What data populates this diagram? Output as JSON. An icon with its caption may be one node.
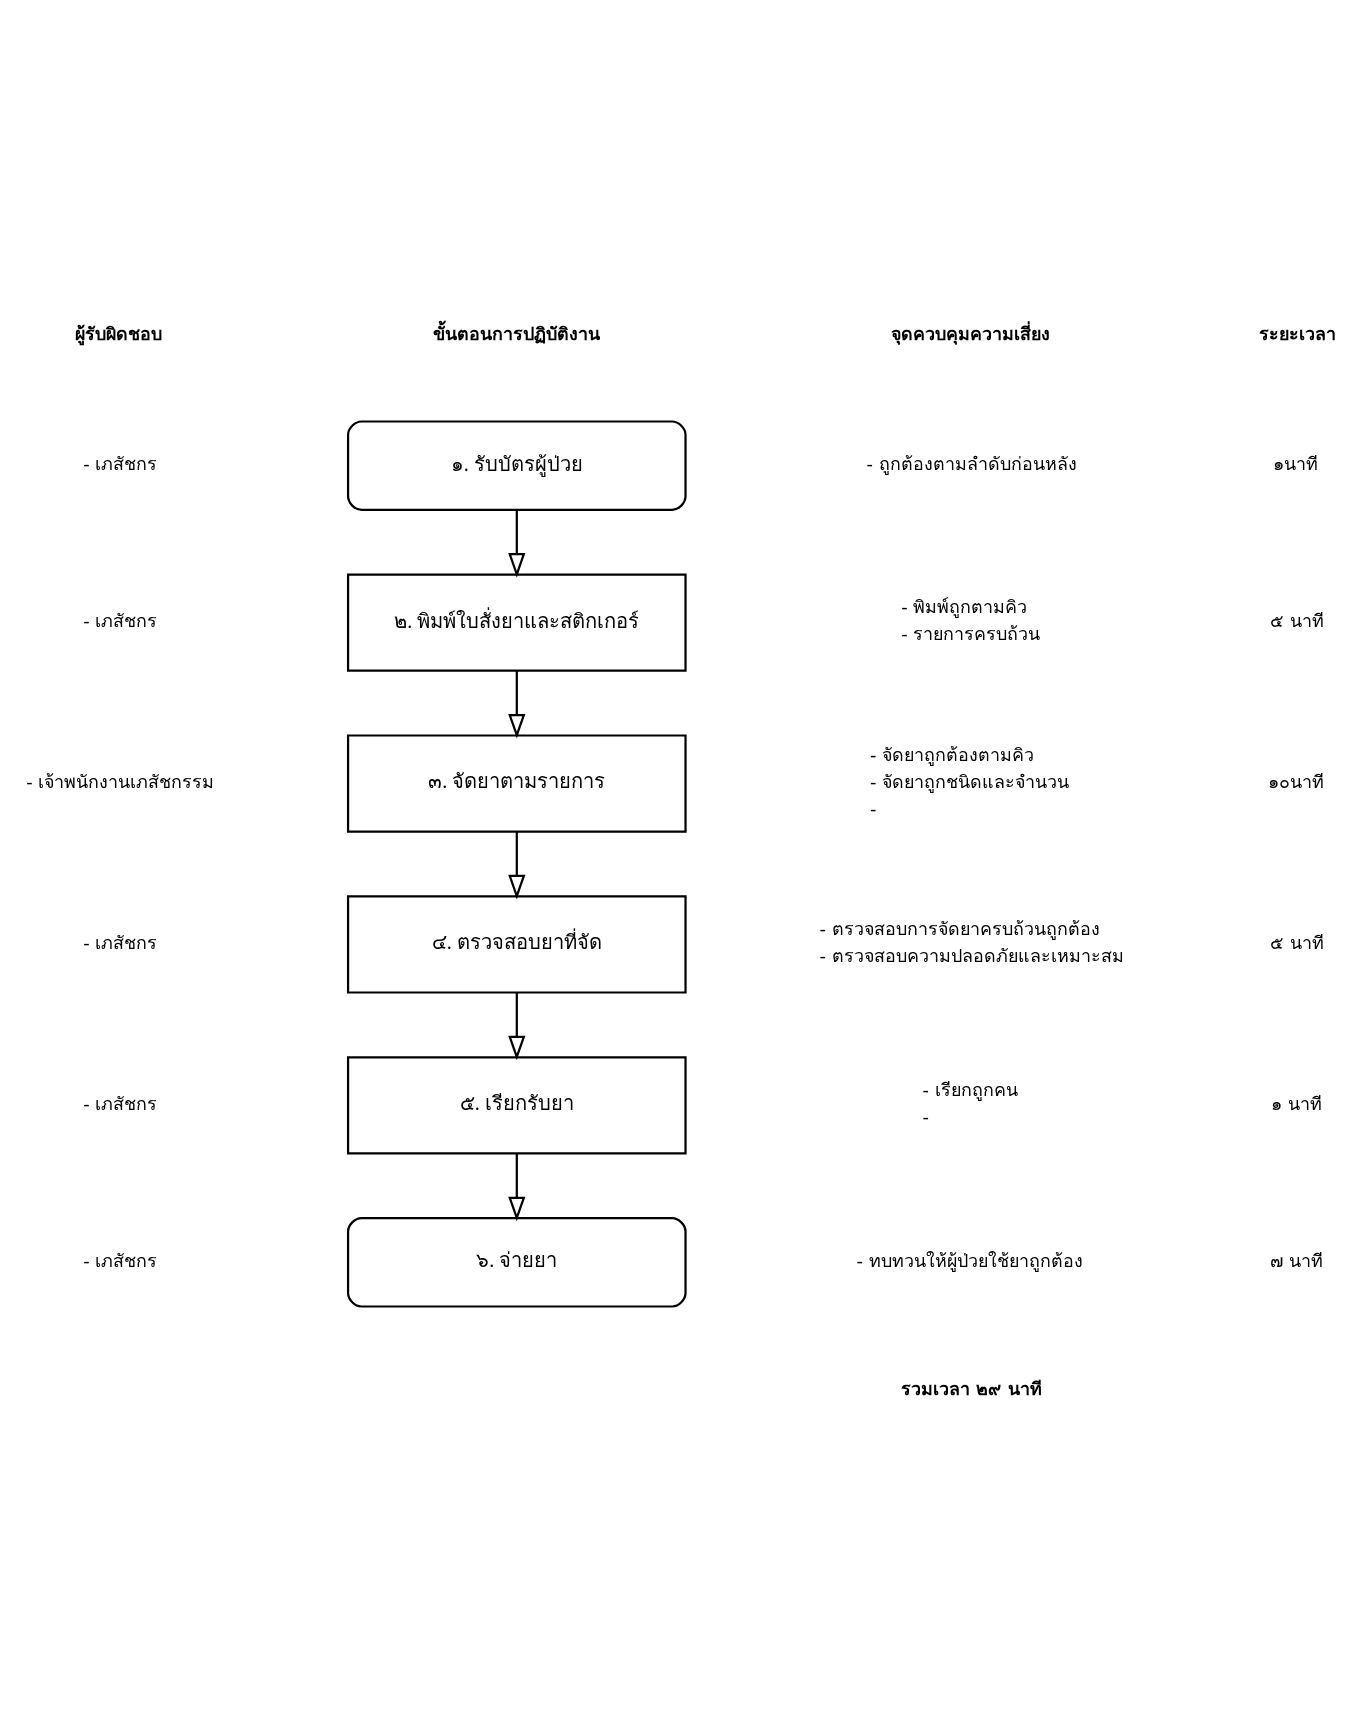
{
  "diagram": {
    "nodes": [
      {
        "text": [
          "๑. รับบัตรผู้ป่วย"
        ]
      },
      {
        "text": [
          "๒. พิมพ์ใบสั่งยาและสติกเกอร์"
        ]
      },
      {
        "text": [
          "๓. จัดยาตามรายการ"
        ]
      },
      {
        "text": [
          "๔. ตรวจสอบยาที่จัด"
        ]
      },
      {
        "text": [
          "๕. เรียกรับยา"
        ]
      },
      {
        "text": [
          "๖. จ่ายยา"
        ]
      }
    ],
    "edges": [
      {
        "from": 0,
        "to": 1,
        "arrow": "to"
      },
      {
        "from": 1,
        "to": 2,
        "arrow": "to"
      },
      {
        "from": 2,
        "to": 3,
        "arrow": "to"
      },
      {
        "from": 3,
        "to": 4,
        "arrow": "to"
      },
      {
        "from": 4,
        "to": 5,
        "arrow": "to"
      }
    ],
    "labels": [
      "ผู้รับผิดชอบ",
      "ขั้นตอนการปฏิบัติงาน",
      "จุดควบคุมความเสี่ยง",
      "ระยะเวลา",
      "- เภสัชกร",
      "- ถูกต้องตามลำดับก่อนหลัง",
      "๑นาที",
      "- เภสัชกร",
      "- พิมพ์ถูกตามคิว",
      "- รายการครบถ้วน",
      "๕ นาที",
      "- เจ้าพนักงานเภสัชกรรม",
      "- จัดยาถูกต้องตามคิว",
      "- จัดยาถูกชนิดและจำนวน",
      "-",
      "๑๐นาที",
      "- เภสัชกร",
      "- ตรวจสอบการจัดยาครบถ้วนถูกต้อง",
      "- ตรวจสอบความปลอดภัยและเหมาะสม",
      "๕ นาที",
      "- เภสัชกร",
      "- เรียกถูกคน",
      "-",
      "๑ นาที",
      "- เภสัชกร",
      "- ทบทวนให้ผู้ป่วยใช้ยาถูกต้อง",
      "๗ นาที",
      "รวมเวลา ๒๙ นาที"
    ]
  }
}
